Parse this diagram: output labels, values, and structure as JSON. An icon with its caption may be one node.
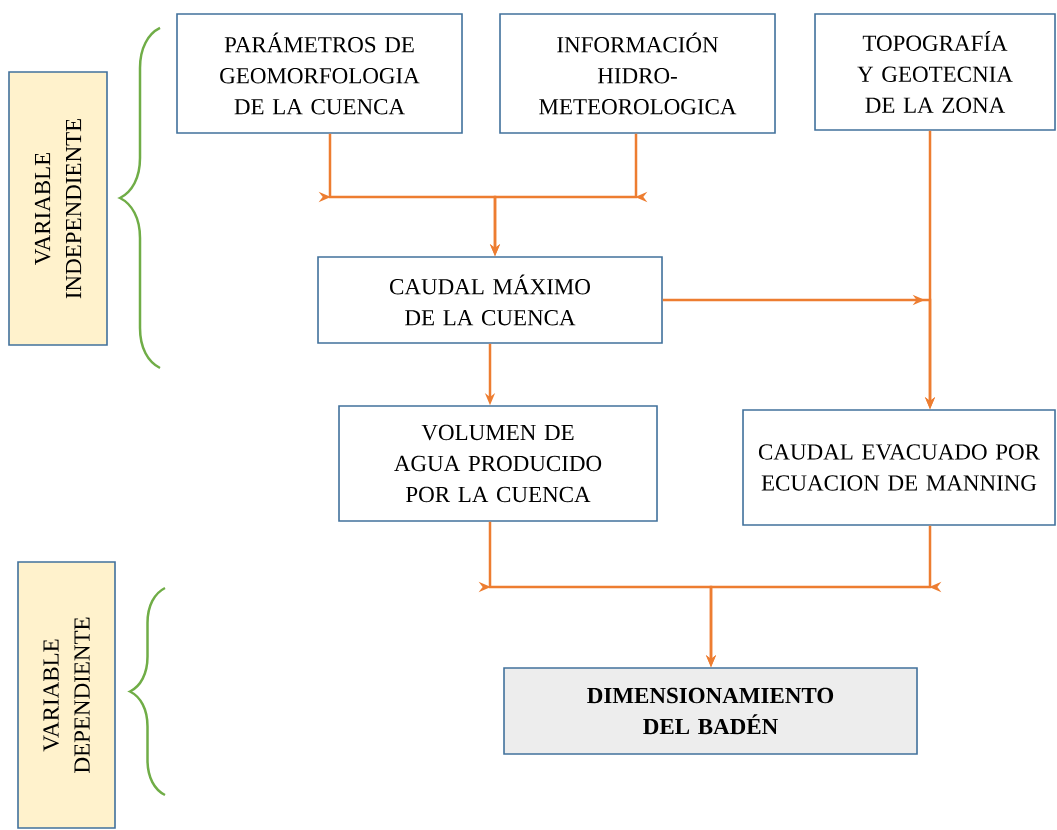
{
  "diagram": {
    "nodes": [
      {
        "text": [
          "PARÁMETROS DE GEOMORFOLOGIA DE LA CUENCA"
        ]
      },
      {
        "text": [
          "INFORMACIÓN HIDRO- METEOROLOGICA"
        ]
      },
      {
        "text": [
          "TOPOGRAFÍA Y GEOTECNIA DE LA ZONA"
        ]
      },
      {
        "text": [
          "CAUDAL MÁXIMO DE LA CUENCA"
        ]
      },
      {
        "text": [
          "VOLUMEN DE AGUA PRODUCIDO POR LA CUENCA"
        ]
      },
      {
        "text": [
          "CAUDAL EVACUADO POR ECUACION DE MANNING"
        ]
      },
      {
        "text": [
          "DIMENSIONAMIENTO DEL BADÉN"
        ]
      },
      {
        "text": [
          "VARIABLE INDEPENDIENTE"
        ]
      },
      {
        "text": [
          "VARIABLE DEPENDIENTE"
        ]
      }
    ],
    "edges": [
      {
        "from": 0,
        "to": 3,
        "arrow": "to"
      },
      {
        "from": 1,
        "to": 3,
        "arrow": "to"
      },
      {
        "from": 2,
        "to": 5,
        "arrow": "to"
      },
      {
        "from": 3,
        "to": 5,
        "arrow": "to"
      },
      {
        "from": 3,
        "to": 4,
        "arrow": "to"
      },
      {
        "from": 4,
        "to": 6,
        "arrow": "to"
      },
      {
        "from": 5,
        "to": 6,
        "arrow": "to"
      }
    ]
  }
}
